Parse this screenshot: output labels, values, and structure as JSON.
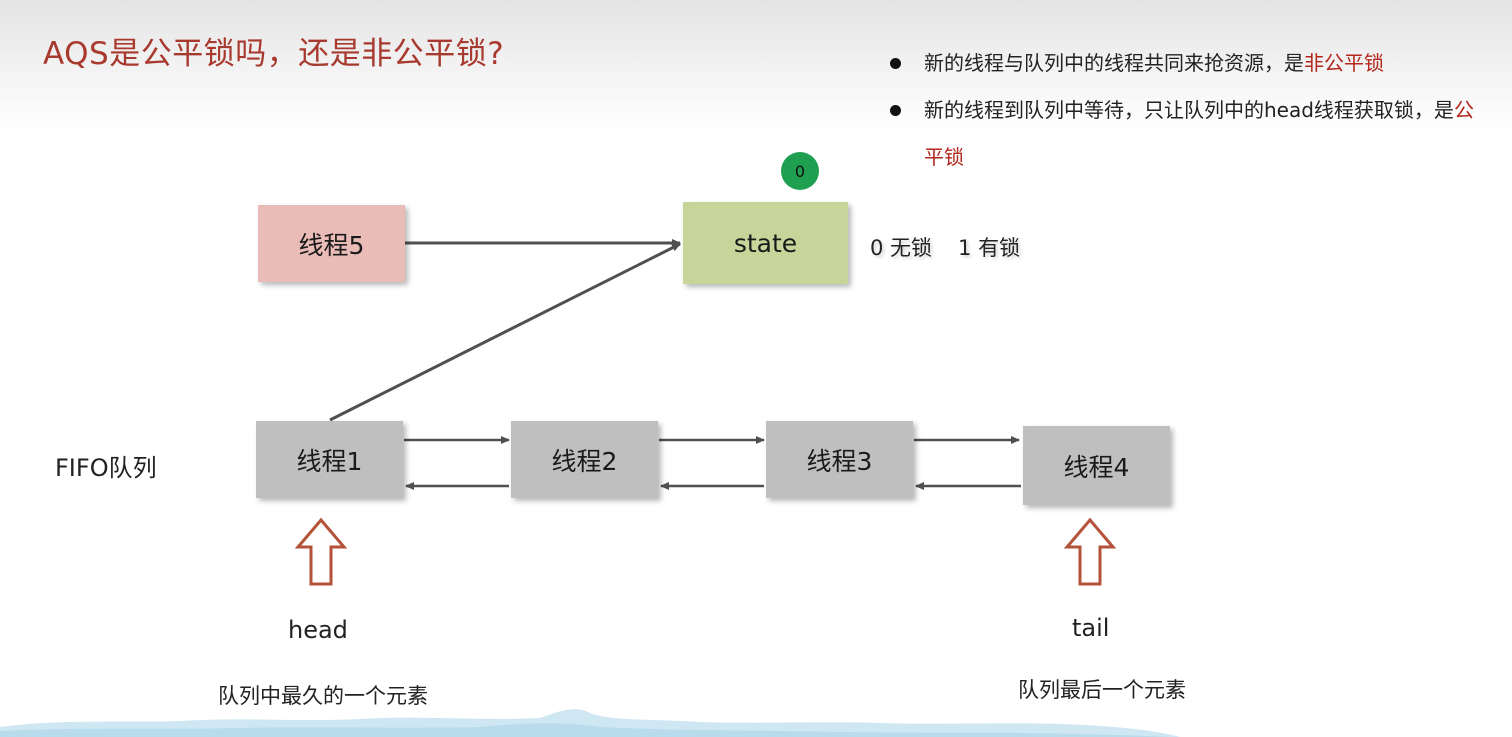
{
  "title": "AQS是公平锁吗，还是非公平锁?",
  "bullets": [
    {
      "text_before": "新的线程与队列中的线程共同来抢资源，是",
      "highlight": "非公平锁"
    },
    {
      "text_before": "新的线程到队列中等待，只让队列中的head线程获取锁，是",
      "highlight": "公平锁"
    }
  ],
  "state_box": {
    "label": "state",
    "badge_value": "0"
  },
  "lock_legend": {
    "unlocked": "0 无锁",
    "locked": "1 有锁"
  },
  "thread5": {
    "label": "线程5"
  },
  "queue": {
    "label": "FIFO队列",
    "threads": [
      "线程1",
      "线程2",
      "线程3",
      "线程4"
    ]
  },
  "head": {
    "label": "head",
    "caption": "队列中最久的一个元素"
  },
  "tail": {
    "label": "tail",
    "caption": "队列最后一个元素"
  },
  "colors": {
    "title": "#a8392e",
    "highlight": "#b3271c",
    "thread_box": "#bfbfbf",
    "thread5_box": "#e9bcb8",
    "state_box": "#c8d59a",
    "badge": "#1fa050",
    "pointer_arrow": "#b5523a"
  }
}
